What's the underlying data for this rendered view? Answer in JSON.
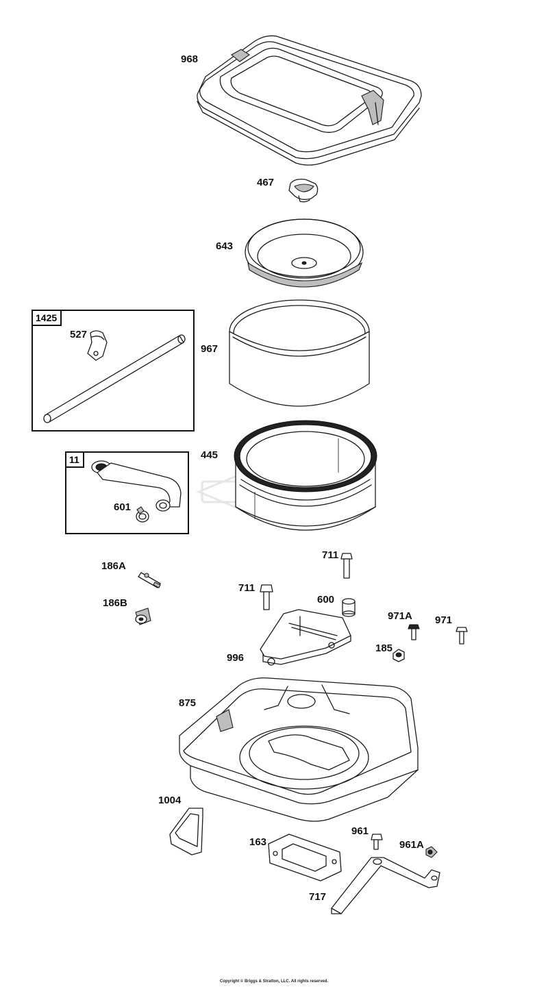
{
  "parts": [
    {
      "id": "968"
    },
    {
      "id": "467"
    },
    {
      "id": "643"
    },
    {
      "id": "967"
    },
    {
      "id": "527"
    },
    {
      "id": "445"
    },
    {
      "id": "601"
    },
    {
      "id": "711"
    },
    {
      "id": "186A"
    },
    {
      "id": "711"
    },
    {
      "id": "600"
    },
    {
      "id": "186B"
    },
    {
      "id": "971A"
    },
    {
      "id": "971"
    },
    {
      "id": "185"
    },
    {
      "id": "996"
    },
    {
      "id": "875"
    },
    {
      "id": "1004"
    },
    {
      "id": "961"
    },
    {
      "id": "163"
    },
    {
      "id": "961A"
    },
    {
      "id": "717"
    }
  ],
  "kits": [
    {
      "id": "1425"
    },
    {
      "id": "11"
    }
  ],
  "copyright": "Copyright © Briggs & Stratton, LLC. All rights reserved."
}
